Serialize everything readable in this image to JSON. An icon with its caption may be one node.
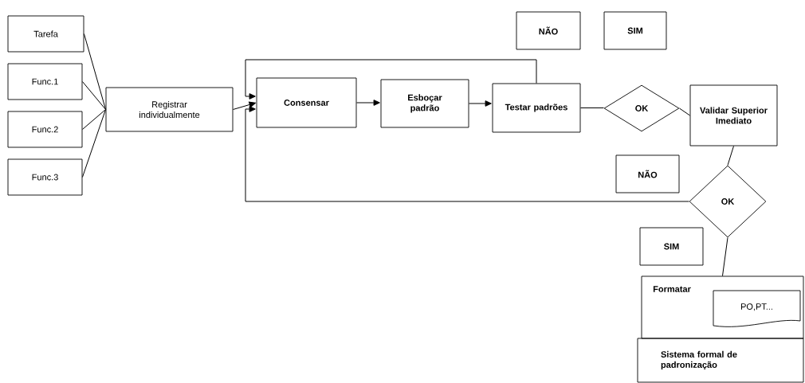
{
  "diagram": {
    "nodes": [
      {
        "text": [
          "Tarefa"
        ]
      },
      {
        "text": [
          "Func.1"
        ]
      },
      {
        "text": [
          "Func.2"
        ]
      },
      {
        "text": [
          "Func.3"
        ]
      },
      {
        "text": [
          "Registrar individualmente"
        ]
      },
      {
        "text": [
          "Consensar"
        ]
      },
      {
        "text": [
          "Esboçar padrão"
        ]
      },
      {
        "text": [
          "Testar padrões"
        ]
      },
      {
        "text": [
          "NÃO"
        ]
      },
      {
        "text": [
          "SIM"
        ]
      },
      {
        "text": [
          "OK"
        ]
      },
      {
        "text": [
          "Validar Superior Imediato"
        ]
      },
      {
        "text": [
          "NÃO"
        ]
      },
      {
        "text": [
          "OK"
        ]
      },
      {
        "text": [
          "SIM"
        ]
      },
      {
        "text": [
          "Formatar"
        ]
      },
      {
        "text": [
          "PO,PT..."
        ],
        "in": 15
      },
      {
        "text": [
          "Sistema formal de padronização"
        ]
      }
    ],
    "edges": [
      {
        "from": 0,
        "to": 4,
        "arrow": "none"
      },
      {
        "from": 1,
        "to": 4,
        "arrow": "none"
      },
      {
        "from": 2,
        "to": 4,
        "arrow": "none"
      },
      {
        "from": 3,
        "to": 4,
        "arrow": "none"
      },
      {
        "from": 4,
        "to": 5,
        "arrow": "to"
      },
      {
        "from": 5,
        "to": 6,
        "arrow": "to"
      },
      {
        "from": 6,
        "to": 7,
        "arrow": "to"
      },
      {
        "from": 7,
        "to": 5,
        "arrow": "to"
      },
      {
        "from": 7,
        "to": 10,
        "arrow": "none"
      },
      {
        "from": 10,
        "to": 11,
        "arrow": "none"
      },
      {
        "from": 11,
        "to": 13,
        "arrow": "none"
      },
      {
        "from": 13,
        "to": 5,
        "arrow": "to"
      },
      {
        "from": 13,
        "to": 15,
        "arrow": "none"
      }
    ]
  }
}
